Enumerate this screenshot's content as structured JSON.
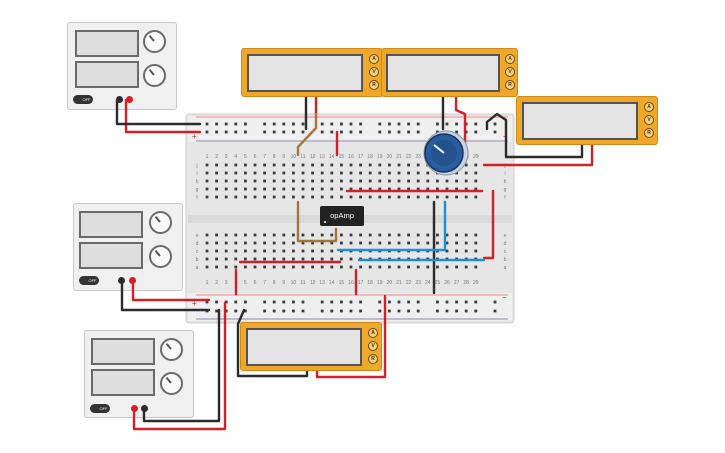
{
  "canvas": {
    "background": "#ffffff"
  },
  "colors": {
    "wire_red": "#d32026",
    "wire_black": "#2b2b2b",
    "wire_blue": "#1e8fd6",
    "wire_brown": "#a5763c",
    "meter_body": "#f0a82a",
    "breadboard": "#e6e6e6",
    "pot_knob": "#2a5da0"
  },
  "power_supplies": [
    {
      "off_label": "OFF"
    },
    {
      "off_label": "OFF"
    },
    {
      "off_label": "OFF"
    }
  ],
  "multimeters": [
    {
      "buttons": [
        "A",
        "V",
        "R"
      ]
    },
    {
      "buttons": [
        "A",
        "V",
        "R"
      ]
    },
    {
      "buttons": [
        "A",
        "V",
        "R"
      ]
    },
    {
      "buttons": [
        "A",
        "V",
        "R"
      ]
    }
  ],
  "breadboard": {
    "column_numbers": [
      "1",
      "2",
      "3",
      "4",
      "5",
      "6",
      "7",
      "8",
      "9",
      "10",
      "11",
      "12",
      "13",
      "14",
      "15",
      "16",
      "17",
      "18",
      "19",
      "20",
      "21",
      "22",
      "23",
      "24",
      "25",
      "26",
      "27",
      "28",
      "29"
    ],
    "rows_top": [
      "j",
      "i",
      "h",
      "g",
      "f"
    ],
    "rows_bottom": [
      "e",
      "d",
      "c",
      "b",
      "a"
    ],
    "rail_plus": "+",
    "rail_minus": "−"
  },
  "opamp": {
    "label": "opAmp"
  },
  "potentiometer": {
    "name": "potentiometer"
  }
}
